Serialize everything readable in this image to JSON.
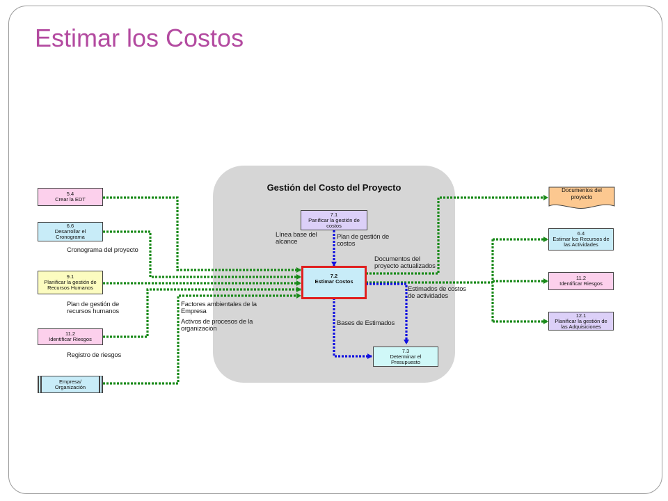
{
  "title": "Estimar los Costos",
  "panel_title": "Gestión del Costo del Proyecto",
  "colors": {
    "title": "#b34aa0",
    "green_link": "#1a8a1a",
    "blue_link": "#1010e0",
    "central_border": "#e02020",
    "pink": "#fcd0ec",
    "blue": "#c8ecf8",
    "yellow": "#fcfcc0",
    "lavender": "#dcd0f8",
    "orange": "#fcc890",
    "cyan": "#d0f8f8"
  },
  "inputs": {
    "crear_edt": {
      "num": "5.4",
      "text": "Crear la EDT"
    },
    "cronograma": {
      "num": "6.6",
      "text": "Desarrollar el Cronograma"
    },
    "rrhh": {
      "num": "9.1",
      "text": "Planificar la gestión de Recursos Humanos"
    },
    "riesgos": {
      "num": "11.2",
      "text": "Identificar Riesgos"
    },
    "empresa": {
      "text": "Empresa/ Organización"
    }
  },
  "process": {
    "planificar": {
      "num": "7.1",
      "text": "Panificar la gestión de costos"
    },
    "estimar": {
      "num": "7.2",
      "text": "Estimar Costos"
    },
    "presupuesto": {
      "num": "7.3",
      "text": "Determinar el Presupuesto"
    }
  },
  "outputs": {
    "documentos": {
      "text": "Documentos del proyecto"
    },
    "recursos": {
      "num": "6.4",
      "text": "Estimar los Recursos de las Actividades"
    },
    "riesgos": {
      "num": "11.2",
      "text": "Identificar Riesgos"
    },
    "adquisiciones": {
      "num": "12.1",
      "text": "Planificar la gestión de las Adquisiciones"
    }
  },
  "labels": {
    "cronograma": "Cronograma del proyecto",
    "plan_rrhh": "Plan de gestión de recursos humanos",
    "registro_riesgos": "Registro de riesgos",
    "linea_base": "Línea base del alcance",
    "plan_costos": "Plan de gestión de costos",
    "factores": "Factores ambientales de la Empresa",
    "activos": "Activos de procesos de la organización",
    "docs_actualizados": "Documentos del proyecto actualizados",
    "estimados": "Estimados de costos de actividades",
    "bases": "Bases de Estimados"
  }
}
